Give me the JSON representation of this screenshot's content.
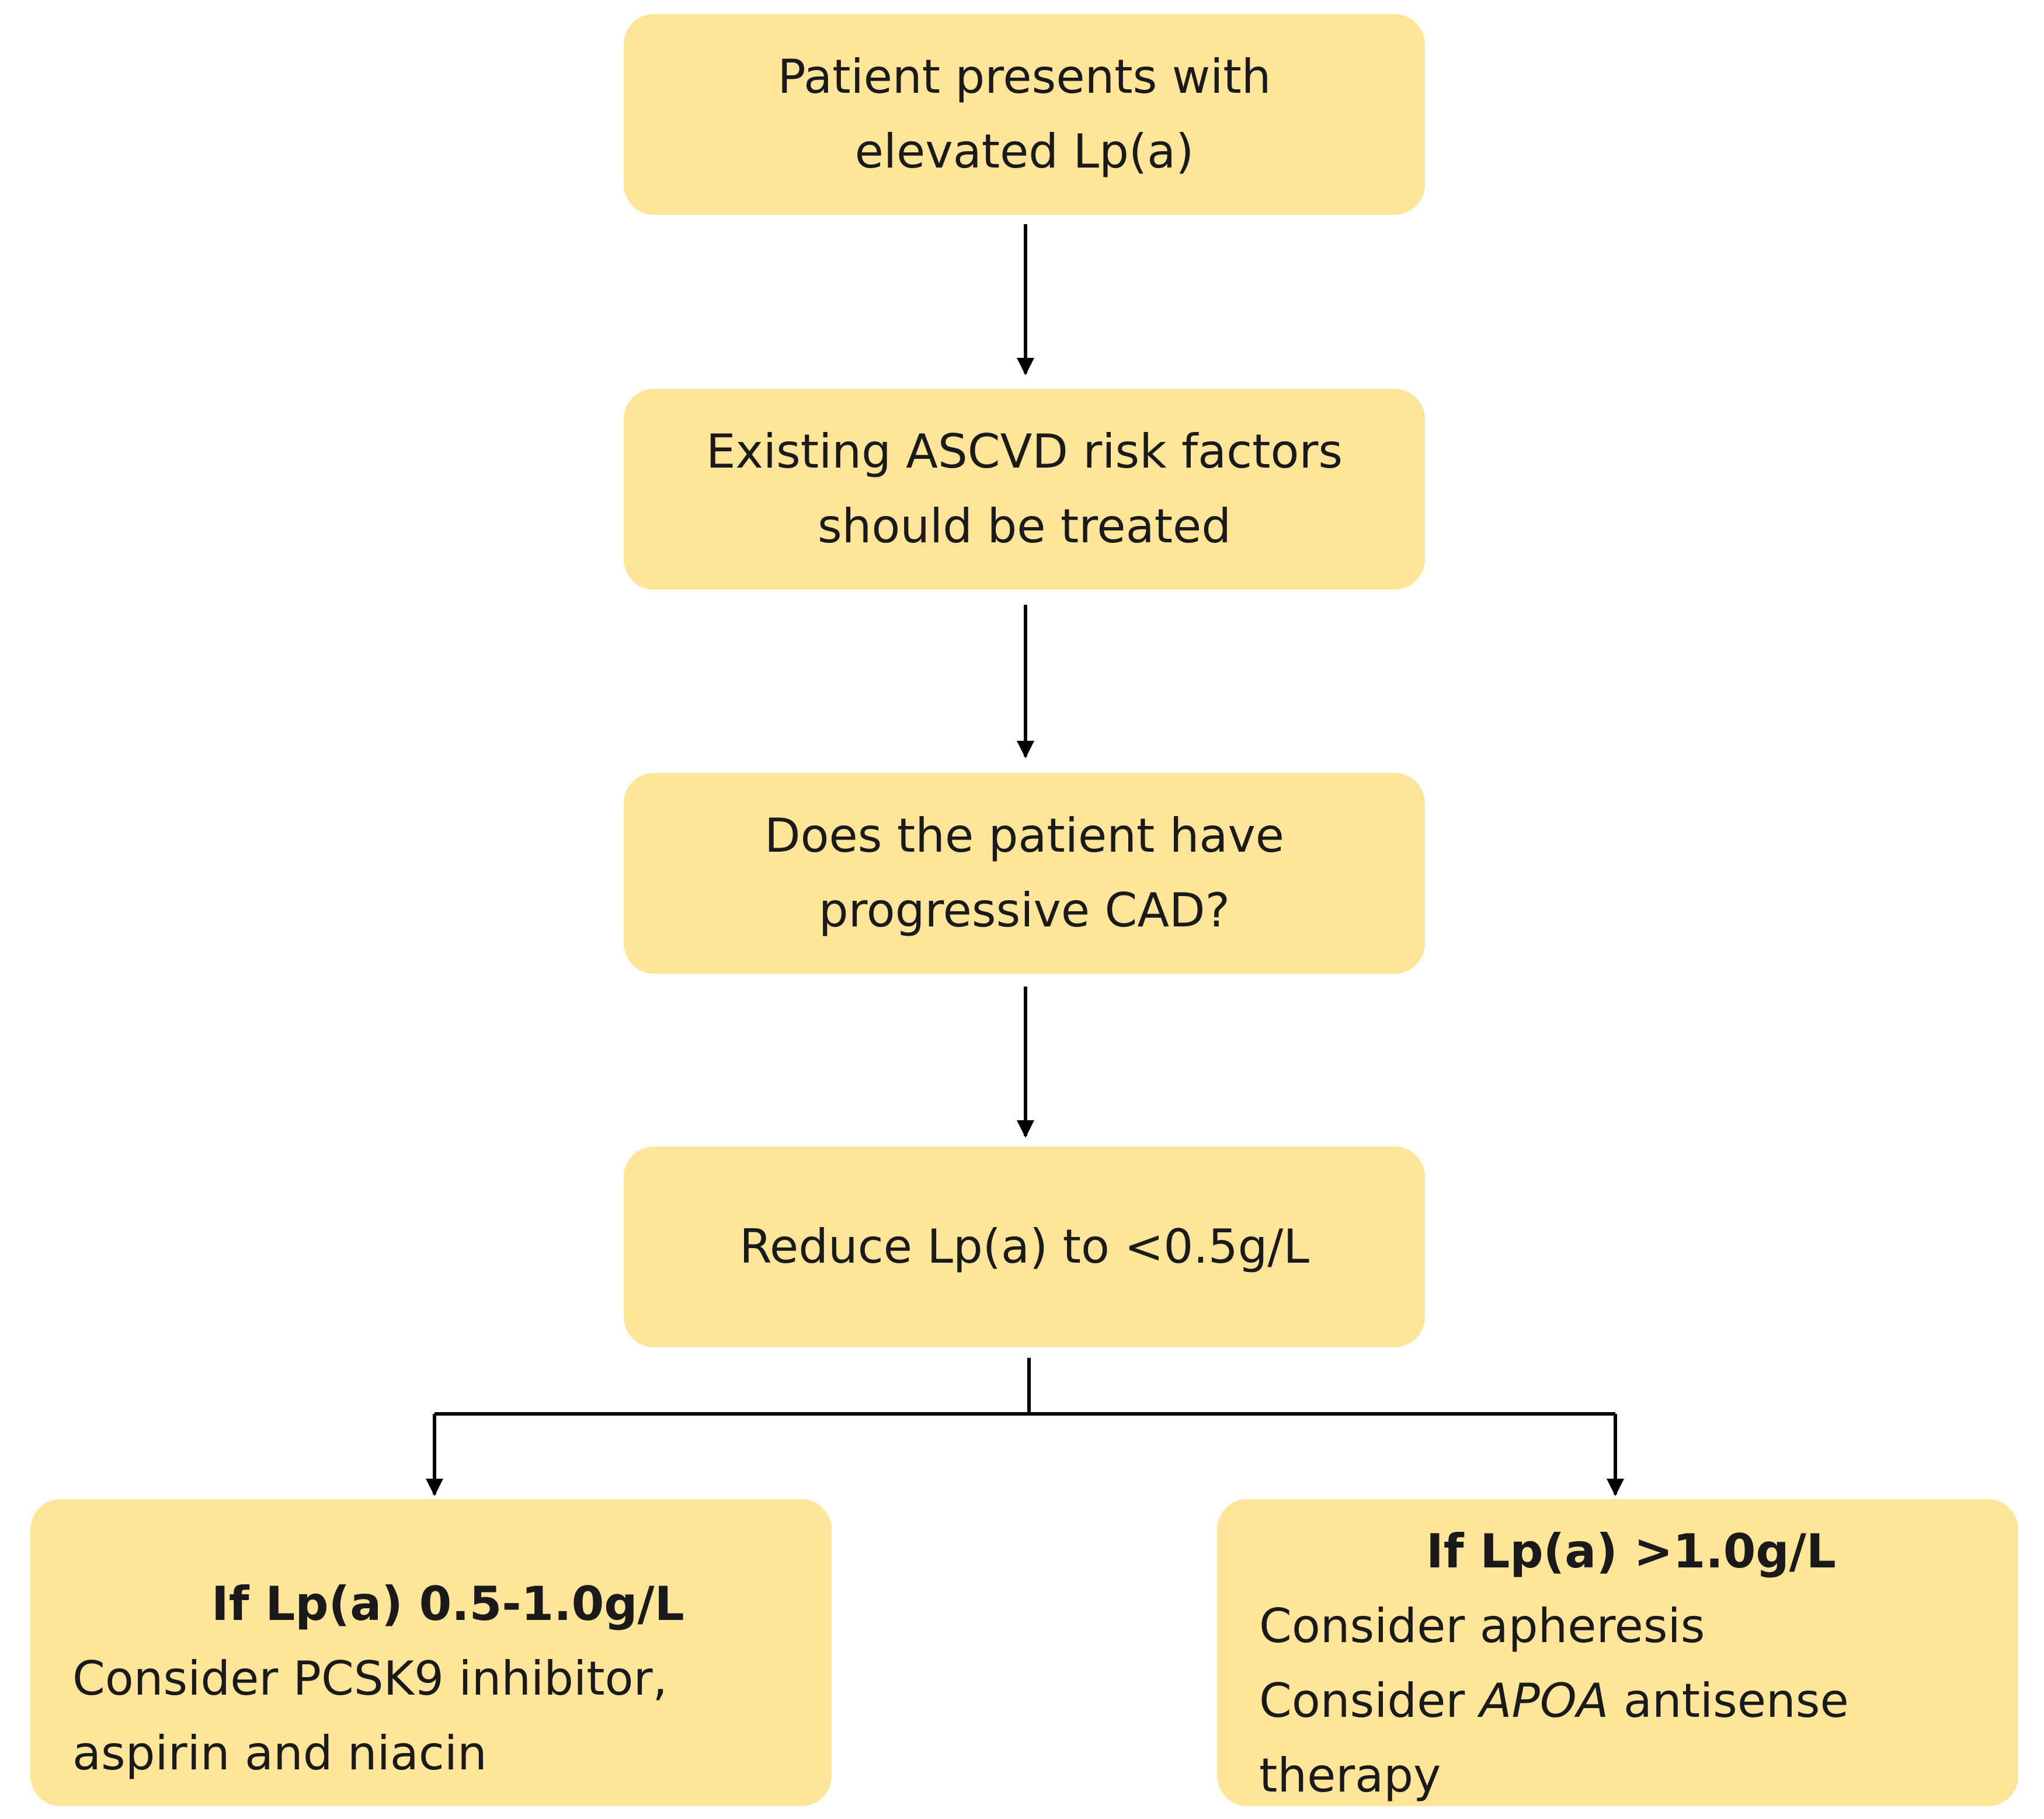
{
  "boxes": {
    "start": {
      "line1": "Patient presents with",
      "line2": "elevated Lp(a)"
    },
    "risk_factors": {
      "line1": "Existing ASCVD risk factors",
      "line2": "should be treated"
    },
    "cad_question": {
      "line1": "Does the patient have",
      "line2": "progressive CAD?"
    },
    "reduce": {
      "line1": "Reduce Lp(a) to <0.5g/L"
    },
    "left_branch": {
      "heading": "If Lp(a) 0.5-1.0g/L",
      "line1": "Consider PCSK9 inhibitor,",
      "line2": "aspirin and niacin"
    },
    "right_branch": {
      "heading": "If Lp(a) >1.0g/L",
      "line1": "Consider apheresis",
      "line2_prefix": "Consider ",
      "line2_italic": "APOA",
      "line2_suffix": " antisense",
      "line3": "therapy"
    }
  },
  "colors": {
    "box_fill": "#FFE599",
    "arrow": "#000000",
    "text": "#1a1a1a"
  }
}
